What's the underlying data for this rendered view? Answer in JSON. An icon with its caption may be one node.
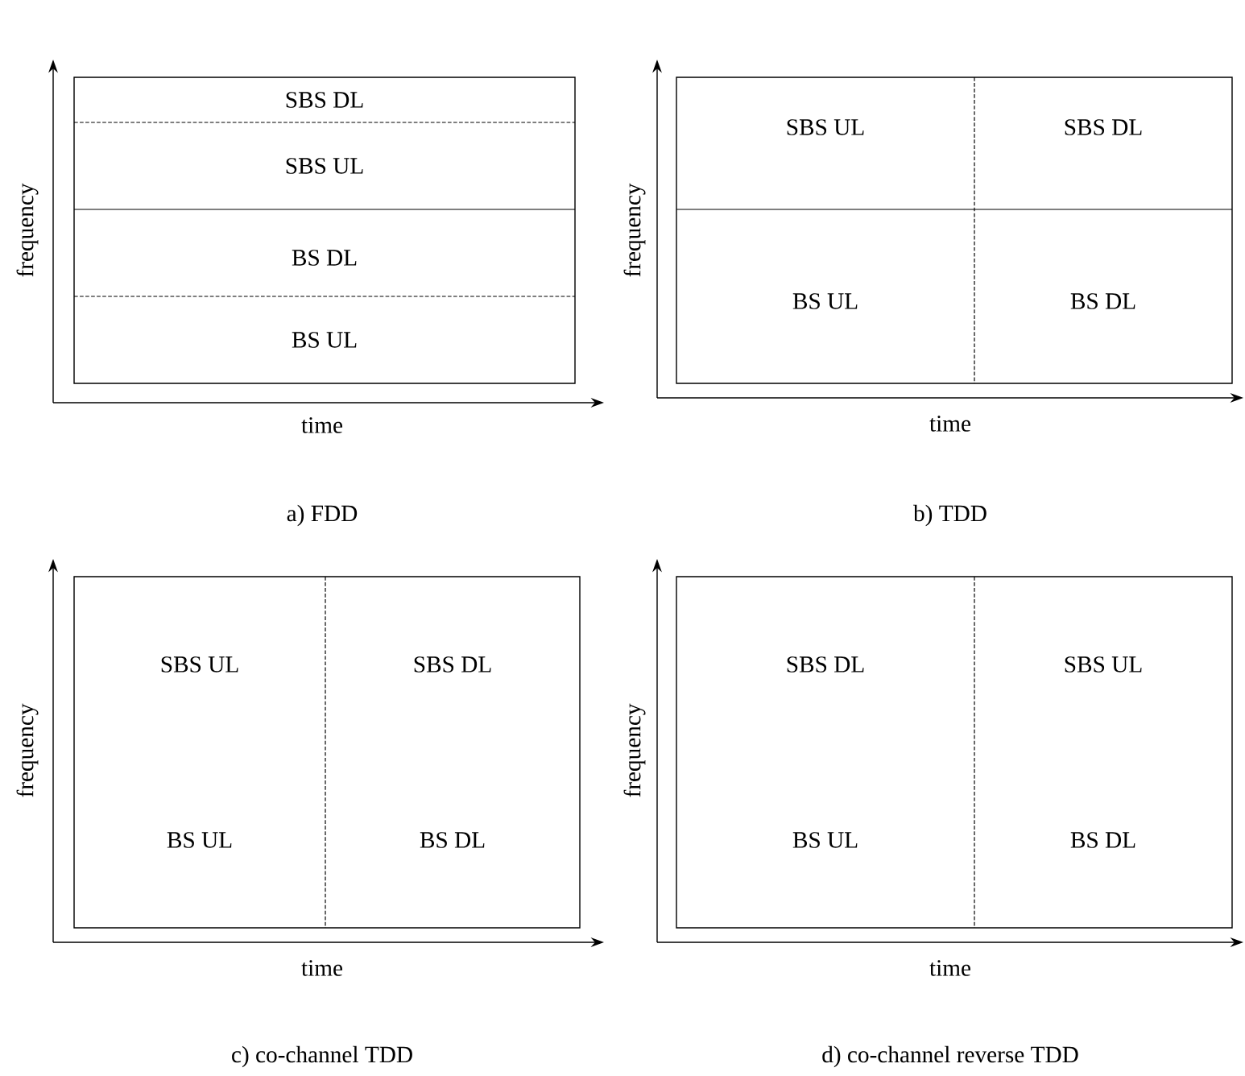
{
  "diagram": {
    "nodes": [
      {
        "text": [
          "SBS DL"
        ]
      },
      {
        "text": [
          "SBS UL"
        ]
      },
      {
        "text": [
          "BS DL"
        ]
      },
      {
        "text": [
          "BS UL"
        ]
      },
      {
        "text": [
          "SBS UL"
        ]
      },
      {
        "text": [
          "SBS DL"
        ]
      },
      {
        "text": [
          "BS UL"
        ]
      },
      {
        "text": [
          "BS DL"
        ]
      },
      {
        "text": [
          "SBS UL",
          "BS UL"
        ]
      },
      {
        "text": [
          "SBS DL",
          "BS DL"
        ]
      },
      {
        "text": [
          "SBS DL",
          "BS UL"
        ]
      },
      {
        "text": [
          "SBS UL",
          "BS DL"
        ]
      }
    ],
    "labels": [
      "frequency",
      "time",
      "a) FDD",
      "frequency",
      "time",
      "b) TDD",
      "frequency",
      "time",
      "c) co-channel TDD",
      "frequency",
      "time",
      "d) co-channel reverse TDD"
    ]
  }
}
